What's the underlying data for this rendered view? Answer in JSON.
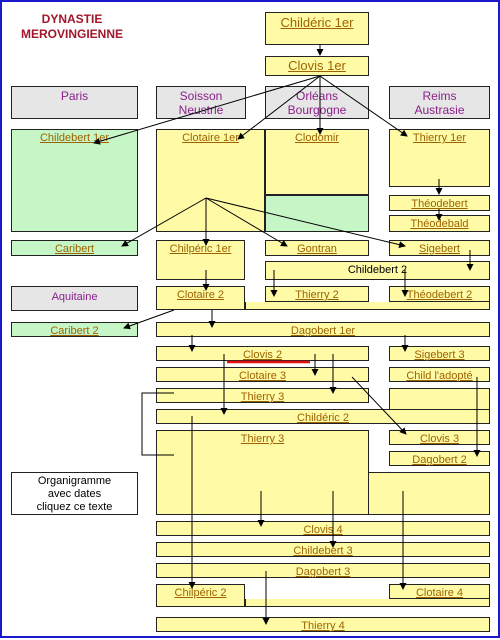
{
  "title": [
    "DYNASTIE",
    "MEROVINGIENNE"
  ],
  "regions": {
    "paris": "Paris",
    "soisson": [
      "Soisson",
      "Neustrie"
    ],
    "orleans": [
      "Orléans",
      "Bourgogne"
    ],
    "reims": [
      "Reims",
      "Austrasie"
    ],
    "aquitaine": "Aquitaine"
  },
  "kings": {
    "childeric1": "Childéric 1er",
    "clovis1": "Clovis 1er",
    "childebert1": "Childebert 1er",
    "clotaire1": "Clotaire 1er",
    "clodomir": "Clodomir",
    "thierry1": "Thierry 1er",
    "theodebert": "Théodebert",
    "theodebald": "Théodebald",
    "caribert": "Caribert",
    "chilperic1": "Chilpéric 1er",
    "gontran": "Gontran",
    "sigebert": "Sigebert",
    "childebert2": "Childebert 2",
    "clotaire2": "Clotaire 2",
    "thierry2": "Thierry 2",
    "theodebert2": "Théodebert 2",
    "caribert2": "Caribert 2",
    "dagobert1": "Dagobert 1er",
    "clovis2": "Clovis 2",
    "sigebert3": "Sigebert 3",
    "clotaire3": "Clotaire 3",
    "childadopte": "Child l'adopté",
    "thierry3a": "Thierry 3",
    "childeric2": "Childéric 2",
    "thierry3b": "Thierry 3",
    "clovis3": "Clovis 3",
    "dagobert2": "Dagobert 2",
    "clovis4": "Clovis 4",
    "childebert3": "Childebert 3",
    "dagobert3": "Dagobert 3",
    "chilperic2": "Chilpéric 2",
    "clotaire4": "Clotaire 4",
    "thierry4": "Thierry 4"
  },
  "organigramme": [
    "Organigramme",
    "avec dates",
    "cliquez ce texte"
  ],
  "colors": {
    "king_box": "#fffaa6",
    "green_box": "#c6f6c6",
    "region_box": "#e6e6e6",
    "link_text": "#9c6400",
    "region_text": "#8a1f8a",
    "title_text": "#a0162a",
    "highlight": "#e01010"
  }
}
